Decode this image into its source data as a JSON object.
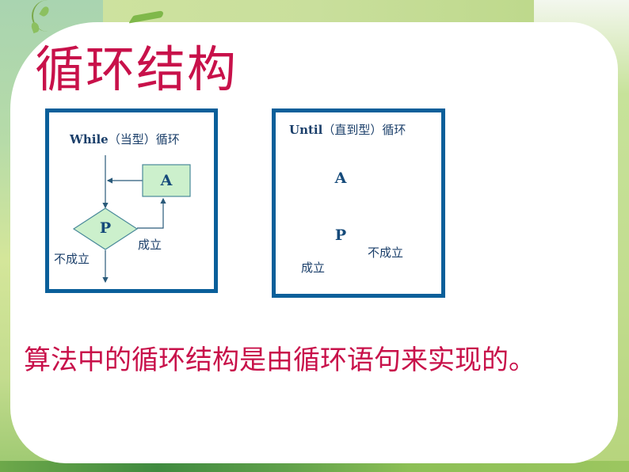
{
  "slide": {
    "title": "循环结构",
    "summary": "算法中的循环结构是由循环语句来实现的。",
    "colors": {
      "title": "#c8114a",
      "frame_border": "#0a5f9a",
      "node_fill": "#ccf0cc",
      "node_stroke": "#4a8a9a",
      "flow_line": "#2a5a7a",
      "label_text": "#1b3f6a"
    }
  },
  "diagrams": {
    "while": {
      "caption_latin": "While",
      "caption_cn": "（当型）循环",
      "process_label": "A",
      "decision_label": "P",
      "true_label": "成立",
      "false_label": "不成立"
    },
    "until": {
      "caption_latin": "Until",
      "caption_cn": "（直到型）循环",
      "process_label": "A",
      "decision_label": "P",
      "true_label": "成立",
      "false_label": "不成立"
    }
  }
}
